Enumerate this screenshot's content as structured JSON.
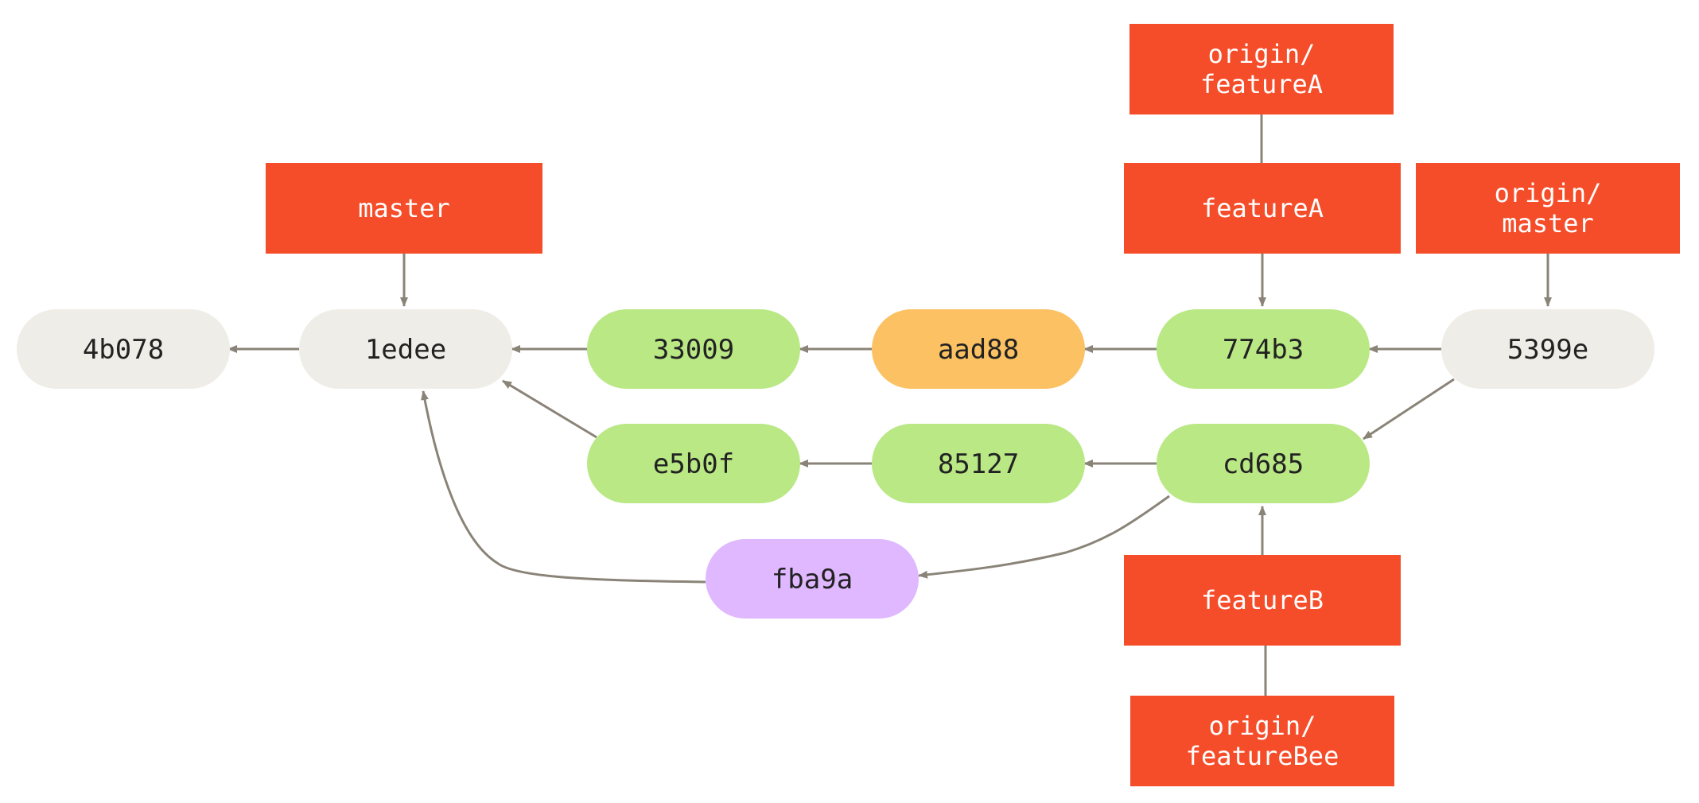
{
  "colors": {
    "ref": "#f54d2a",
    "commit_grey": "#efede7",
    "commit_green": "#b9e885",
    "commit_orange": "#fbc163",
    "commit_purple": "#dfb8ff",
    "edge": "#8a8478",
    "ref_text": "#ffffff",
    "commit_text": "#222222"
  },
  "commits": [
    {
      "id": "4b078",
      "label": "4b078",
      "color": "grey"
    },
    {
      "id": "1edee",
      "label": "1edee",
      "color": "grey"
    },
    {
      "id": "33009",
      "label": "33009",
      "color": "green"
    },
    {
      "id": "aad88",
      "label": "aad88",
      "color": "orange"
    },
    {
      "id": "774b3",
      "label": "774b3",
      "color": "green"
    },
    {
      "id": "5399e",
      "label": "5399e",
      "color": "grey"
    },
    {
      "id": "e5b0f",
      "label": "e5b0f",
      "color": "green"
    },
    {
      "id": "85127",
      "label": "85127",
      "color": "green"
    },
    {
      "id": "cd685",
      "label": "cd685",
      "color": "green"
    },
    {
      "id": "fba9a",
      "label": "fba9a",
      "color": "purple"
    }
  ],
  "refs": [
    {
      "id": "master",
      "lines": [
        "master"
      ]
    },
    {
      "id": "origin-featureA",
      "lines": [
        "origin/",
        "featureA"
      ]
    },
    {
      "id": "featureA",
      "lines": [
        "featureA"
      ]
    },
    {
      "id": "origin-master",
      "lines": [
        "origin/",
        "master"
      ]
    },
    {
      "id": "featureB",
      "lines": [
        "featureB"
      ]
    },
    {
      "id": "origin-featureBee",
      "lines": [
        "origin/",
        "featureBee"
      ]
    }
  ],
  "parent_edges": [
    {
      "from": "1edee",
      "to": "4b078"
    },
    {
      "from": "33009",
      "to": "1edee"
    },
    {
      "from": "aad88",
      "to": "33009"
    },
    {
      "from": "774b3",
      "to": "aad88"
    },
    {
      "from": "5399e",
      "to": "774b3"
    },
    {
      "from": "5399e",
      "to": "cd685"
    },
    {
      "from": "e5b0f",
      "to": "1edee"
    },
    {
      "from": "85127",
      "to": "e5b0f"
    },
    {
      "from": "cd685",
      "to": "85127"
    },
    {
      "from": "cd685",
      "to": "fba9a"
    },
    {
      "from": "fba9a",
      "to": "1edee"
    }
  ],
  "ref_edges": [
    {
      "from": "master",
      "to": "1edee",
      "arrow": true
    },
    {
      "from": "origin-featureA",
      "to": "featureA",
      "arrow": false
    },
    {
      "from": "featureA",
      "to": "774b3",
      "arrow": true
    },
    {
      "from": "origin-master",
      "to": "5399e",
      "arrow": true
    },
    {
      "from": "featureB",
      "to": "cd685",
      "arrow": true
    },
    {
      "from": "origin-featureBee",
      "to": "featureB",
      "arrow": false
    }
  ]
}
